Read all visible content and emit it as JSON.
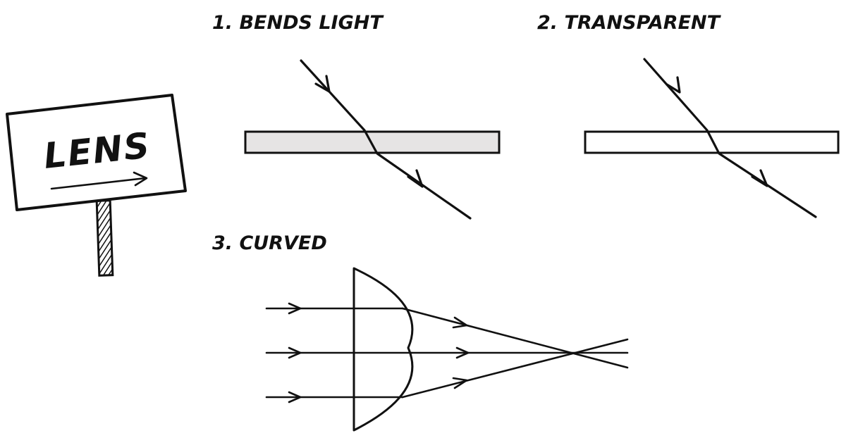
{
  "sign": {
    "label": "LENS"
  },
  "panels": [
    {
      "label": "1. BENDS LIGHT",
      "slab_fill": "#e6e4e4"
    },
    {
      "label": "2. TRANSPARENT",
      "slab_fill": "#ffffff"
    },
    {
      "label": "3. CURVED"
    }
  ],
  "colors": {
    "ink": "#111111",
    "background": "#ffffff"
  }
}
